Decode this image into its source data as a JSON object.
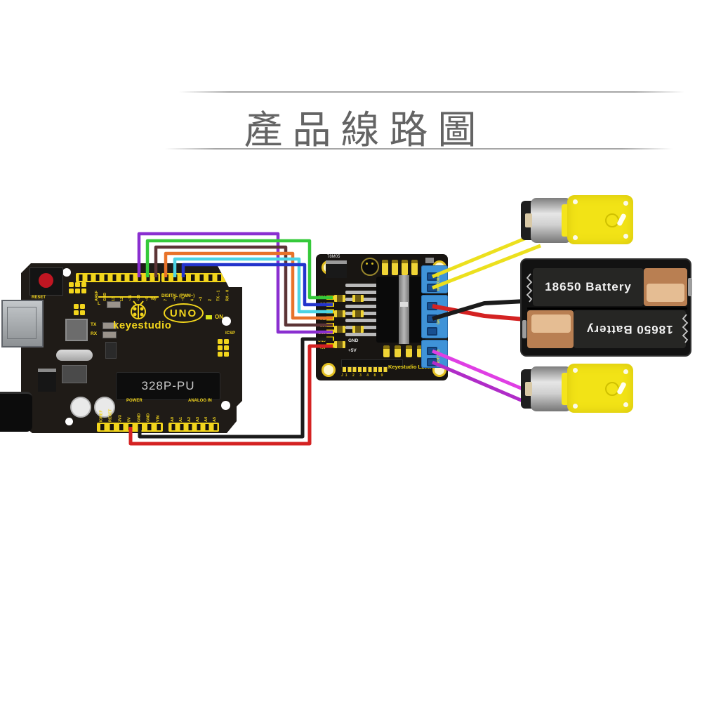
{
  "title": "產品線路圖",
  "arduino": {
    "reset": "RESET",
    "digital_caption": "DIGITAL (PWM~)",
    "pins_top_left": [
      "",
      "",
      "AREF",
      "GND",
      "13",
      "12",
      "~11",
      "~10",
      "~9",
      "~8"
    ],
    "pins_top_right": [
      "7",
      "~6",
      "~5",
      "4",
      "~3",
      "2",
      "TX→1",
      "RX←0"
    ],
    "brand": "keyestudio",
    "tm": "TM",
    "model": "UNO",
    "on": "ON",
    "icsp": "ICSP",
    "led_l": "L",
    "led_tx": "TX",
    "led_rx": "RX",
    "chip": "328P-PU",
    "power_caption": "POWER",
    "analog_caption": "ANALOG IN",
    "pins_power": [
      "IOREF",
      "RESET",
      "3V3",
      "5V",
      "GND",
      "GND",
      "VIN"
    ],
    "pins_analog": [
      "A0",
      "A1",
      "A2",
      "A3",
      "A4",
      "A5"
    ]
  },
  "driver": {
    "regulator": "78M05",
    "pins_left": [
      "ENA",
      "IN1",
      "IN2",
      "IN3",
      "IN4",
      "ENB",
      "GND",
      "+5V"
    ],
    "gnd": "GND",
    "v5": "+5V",
    "jrow": "J1 2 3 4 8 9",
    "name": "Keyestudio L298N",
    "terminal_a": "MOTORA",
    "terminal_power": "GND",
    "terminal_b": "MOTORB"
  },
  "battery": {
    "top": "18650 Battery",
    "bottom": "18650 Battery"
  },
  "wires": {
    "purple": "#8a2fd0",
    "green": "#35c93a",
    "brown": "#5c3436",
    "orange": "#e8732a",
    "cyan": "#4cd4e4",
    "blue": "#2334cc",
    "red": "#d42222",
    "black": "#1b1b1b",
    "yellow": "#ece01e",
    "magenta_light": "#df3fe4",
    "magenta_dark": "#b02cc8"
  }
}
